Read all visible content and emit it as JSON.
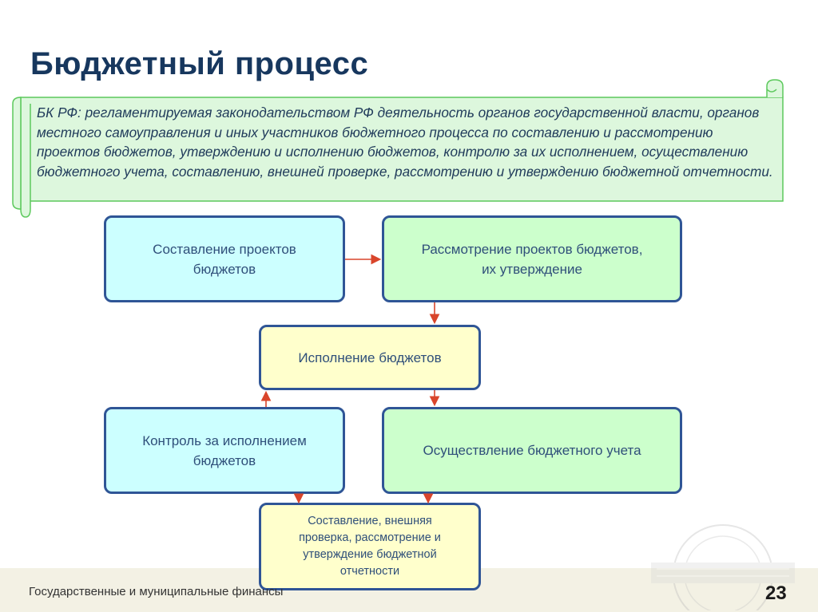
{
  "slide": {
    "title": "Бюджетный процесс",
    "definition": "БК РФ: регламентируемая законодательством РФ деятельность органов государственной власти, органов местного самоуправления и иных участников бюджетного процесса по составлению и рассмотрению проектов бюджетов, утверждению и исполнению бюджетов, контролю за их исполнением, осуществлению бюджетного учета, составлению, внешней проверке, рассмотрению и утверждению бюджетной отчетности."
  },
  "steps": {
    "draft": "Составление проектов\nбюджетов",
    "review": "Рассмотрение проектов бюджетов,\nих утверждение",
    "execution": "Исполнение бюджетов",
    "control": "Контроль за исполнением\nбюджетов",
    "accounting": "Осуществление бюджетного учета",
    "reporting": "Составление, внешняя\nпроверка, рассмотрение и\nутверждение бюджетной\nотчетности"
  },
  "footer": {
    "course": "Государственные и муниципальные финансы",
    "page": "23"
  },
  "colors": {
    "title": "#17375e",
    "border": "#2f5596",
    "arrow": "#d9452b",
    "cyan": "#ccffff",
    "green": "#ccffcc",
    "yellow": "#ffffcc"
  }
}
